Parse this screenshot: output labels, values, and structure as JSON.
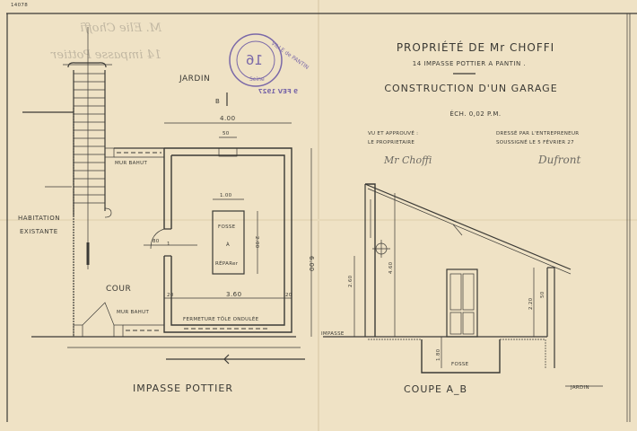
{
  "archive_ref": "14078",
  "title_block": {
    "owner_line": "PROPRIÉTÉ DE Mr CHOFFI",
    "address": "14 IMPASSE POTTIER A PANTIN .",
    "project": "CONSTRUCTION D'UN GARAGE",
    "scale": "ÉCH. 0,02 P.M.",
    "approval_label_1": "VU ET APPROUVÉ :",
    "approval_label_2": "LE PROPRIETAIRE",
    "drawn_by_1": "DRESSÉ PAR L'ENTREPRENEUR",
    "drawn_by_2": "SOUSSIGNÉ LE 5 FÉVRIER 27",
    "owner_signature": "Mr Choffi",
    "contractor_signature": "Dufront"
  },
  "stamp": {
    "ring_text": "VILLE de PANTIN",
    "inner_text": "Seine",
    "number": "16",
    "date": "9 FEV 1927",
    "color": "#7a68a8"
  },
  "bleed_through": {
    "line_1": "M. Elie Choffi",
    "line_2": "14 impasse Pottier"
  },
  "plan": {
    "jardin": "JARDIN",
    "marker_b": "B",
    "width_dim": "4.00",
    "length_dim": "6.00",
    "chimney_dim": "50",
    "pit_width": "1.00",
    "pit_length": "2.00",
    "pit_label_1": "FOSSE",
    "pit_label_2": "À",
    "pit_label_3": "RÉPARer",
    "inner_width": "3.60",
    "wall_left": "20",
    "wall_right": "20",
    "door_dim": "80",
    "door_num": "1",
    "mur_bahut_top": "MUR BAHUT",
    "mur_bahut_bottom": "MUR BAHUT",
    "closure": "FERMETURE TÔLE ONDULÉE",
    "habitation_1": "HABITATION",
    "habitation_2": "EXISTANTE",
    "cour": "COUR",
    "caption": "IMPASSE POTTIER"
  },
  "section": {
    "impasse": "IMPASSE",
    "dim_wall": "2.60",
    "dim_high": "4.60",
    "dim_low": "2.20",
    "dim_pit": "1.80",
    "dim_vent": "50",
    "pit": "FOSSE",
    "caption": "COUPE A_B",
    "jardin": "JARDIN"
  }
}
